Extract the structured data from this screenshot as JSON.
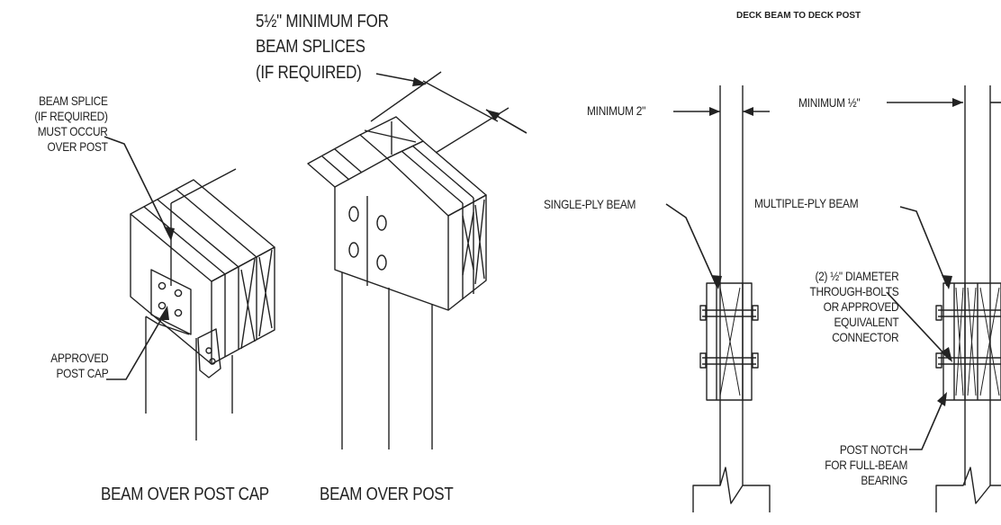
{
  "left_labels": {
    "beam_splice": "BEAM SPLICE\n(IF REQUIRED)\nMUST OCCUR\nOVER POST",
    "approved_post_cap": "APPROVED\nPOST CAP",
    "minimum_for_splices": "5½\" MINIMUM FOR\nBEAM SPLICES\n(IF REQUIRED)"
  },
  "captions": {
    "beam_over_post_cap": "BEAM OVER POST CAP",
    "beam_over_post": "BEAM OVER POST"
  },
  "right_panel": {
    "title": "DECK BEAM TO DECK POST",
    "minimum_2": "MINIMUM 2\"",
    "minimum_half": "MINIMUM ½\"",
    "single_ply_beam": "SINGLE-PLY BEAM",
    "multiple_ply_beam": "MULTIPLE-PLY BEAM",
    "through_bolts": "(2) ½\" DIAMETER\nTHROUGH-BOLTS\nOR APPROVED\nEQUIVALENT\nCONNECTOR",
    "post_notch": "POST NOTCH\nFOR FULL-BEAM\nBEARING"
  }
}
